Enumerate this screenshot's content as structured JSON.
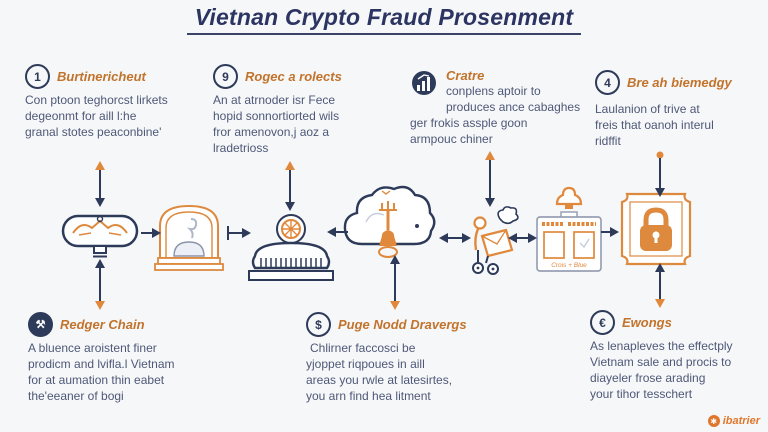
{
  "title": "Vietnan Crypto Fraud Prosenment",
  "colors": {
    "navy": "#2e3a59",
    "orange": "#dd8a3f",
    "title_navy": "#2c3462",
    "section_title_orange": "#c2732c",
    "body_text": "#4f5878",
    "background": "#f5f7f8"
  },
  "top_sections": [
    {
      "badge": "1",
      "title": "Burtinericheut",
      "lines": [
        "Con ptoon teghorcst lirkets",
        "degeonmt for aill l:he",
        "granal stotes peaconbine'"
      ]
    },
    {
      "badge": "9",
      "title": "Rogec a rolects",
      "lines": [
        "An at atrnoder isr Fece",
        "hopid sonnortiorted wils",
        "fror amenovon,j aoz a",
        "lradetrioss"
      ]
    },
    {
      "badge": "bar-chart",
      "title": "Cratre",
      "lines": [
        "conplens aptoir to",
        "produces ance cabaghes",
        "ger frokis assple goon",
        "armpouc chiner"
      ]
    },
    {
      "badge": "4",
      "title": "Bre ah biemedgy",
      "lines": [
        "Laulanion of trive at",
        "freis that oanoh interul",
        "ridffit"
      ]
    }
  ],
  "bottom_sections": [
    {
      "badge": "⚒",
      "title": "Redger Chain",
      "lines": [
        "A bluence aroistent finer",
        "prodicm and lvifla.l Vietnam",
        "for at aumation thin eabet",
        "the'eeaner of bogi"
      ]
    },
    {
      "badge": "$",
      "title": "Puge Nodd Dravergs",
      "lines": [
        "Chlirner faccosci be",
        "yjoppet riqpoues in aill",
        "areas you rwle at latesirtes,",
        "you arn find hea litment"
      ]
    },
    {
      "badge": "€",
      "title": "Ewongs",
      "lines": [
        "As lenapleves the effectply",
        "Vietnam sale and procis to",
        "diayeler frose arading",
        "your tihor tesschert"
      ]
    }
  ],
  "flow_icons": {
    "names": [
      "eagle-banner",
      "arch-monument",
      "podium-wheel",
      "cloud-lamp",
      "courier-figure",
      "notice-card",
      "security-lock"
    ],
    "card_footer": "Crois + Blue"
  },
  "watermark": {
    "text": "ibatrier"
  }
}
